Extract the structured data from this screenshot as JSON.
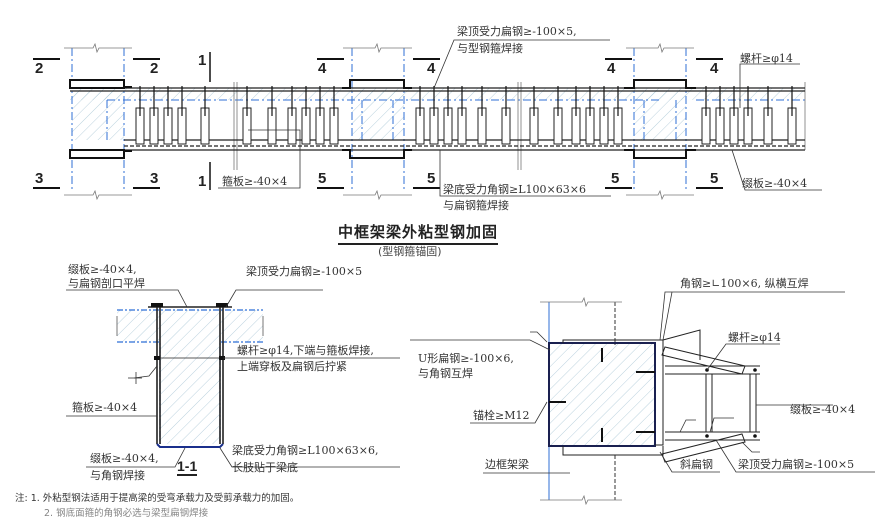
{
  "elevation": {
    "title": "中框架梁外粘型钢加固",
    "subtitle": "(型钢箍锚固)",
    "section_marks": {
      "s2_left": "2",
      "s2_right": "2",
      "s3_left": "3",
      "s3_right": "3",
      "s1_top": "1",
      "s1_bottom": "1",
      "s4_a_left": "4",
      "s4_a_right": "4",
      "s4_b_left": "4",
      "s4_b_right": "4",
      "s5_a_left": "5",
      "s5_a_right": "5",
      "s5_b_left": "5",
      "s5_b_right": "5"
    },
    "labels": {
      "top_flat_steel_line1": "梁顶受力扁钢≥-100×5,",
      "top_flat_steel_line2": "与型钢箍焊接",
      "bolt": "螺杆≥φ14",
      "hoop_plate": "箍板≥-40×4",
      "bottom_angle_line1": "梁底受力角钢≥L100×63×6",
      "bottom_angle_line2": "与扁钢箍焊接",
      "batten_plate": "缀板≥-40×4"
    }
  },
  "section_1_1": {
    "name": "1-1",
    "labels": {
      "batten_top_line1": "缀板≥-40×4,",
      "batten_top_line2": "与扁钢剖口平焊",
      "top_flat_steel": "梁顶受力扁钢≥-100×5",
      "bolt_line1": "螺杆≥φ14,下端与箍板焊接,",
      "bolt_line2": "上端穿板及扁钢后拧紧",
      "hoop_plate": "箍板≥-40×4",
      "batten_bottom_line1": "缀板≥-40×4,",
      "batten_bottom_line2": "与角钢焊接",
      "bottom_angle_line1": "梁底受力角钢≥L100×63×6,",
      "bottom_angle_line2": "长肢贴于梁底"
    }
  },
  "corner_detail": {
    "labels": {
      "angle_steel": "角钢≥∟100×6, 纵横互焊",
      "bolt": "螺杆≥φ14",
      "u_flat_line1": "U形扁钢≥-100×6,",
      "u_flat_line2": "与角钢互焊",
      "anchor": "锚栓≥M12",
      "batten_plate": "缀板≥-40×4",
      "edge_beam": "边框架梁",
      "diagonal_flat": "斜扁钢",
      "top_flat_steel": "梁顶受力扁钢≥-100×5"
    }
  },
  "notes": {
    "line1": "注: 1. 外粘型钢法适用于提高梁的受弯承载力及受剪承载力的加固。",
    "line2": "2. 钢底面箍的角钢必选与梁型扁钢焊接"
  }
}
